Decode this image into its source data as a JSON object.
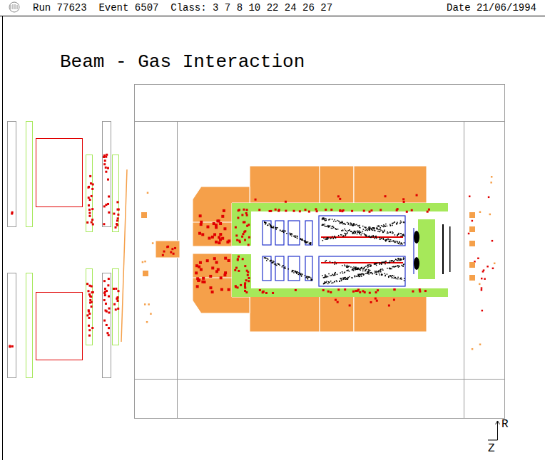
{
  "diagram": {
    "title": "Beam - Gas Interaction",
    "labels": [
      "Run 77623  Event 6507  Class: 3 7 8 10 22 24 26 27",
      "Date 21/06/1994",
      "R",
      "Z"
    ]
  }
}
